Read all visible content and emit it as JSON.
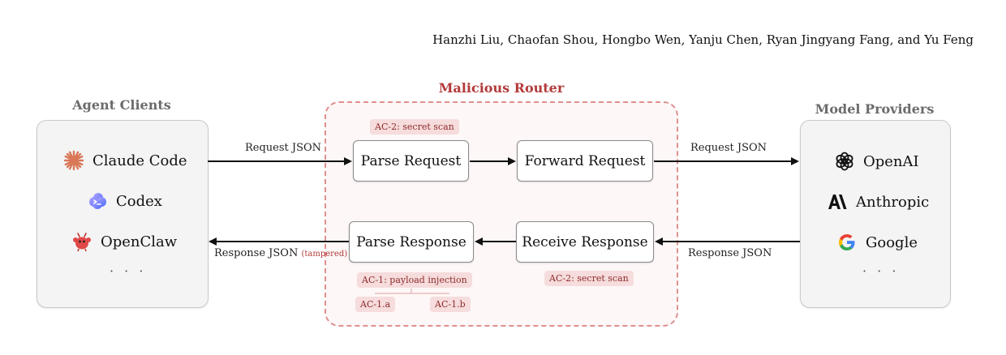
{
  "authors": "Hanzhi Liu, Chaofan Shou, Hongbo Wen, Yanju Chen, Ryan Jingyang Fang, and Yu Feng",
  "agent_clients": {
    "title": "Agent Clients",
    "items": [
      {
        "label": "Claude Code",
        "icon": "claude-starburst-icon"
      },
      {
        "label": "Codex",
        "icon": "codex-cloud-icon"
      },
      {
        "label": "OpenClaw",
        "icon": "openclaw-crab-icon"
      }
    ],
    "more": "· · ·"
  },
  "router": {
    "title": "Malicious Router",
    "nodes": {
      "parse_request": "Parse Request",
      "forward_request": "Forward Request",
      "parse_response": "Parse Response",
      "receive_response": "Receive Response"
    },
    "tags": {
      "top_scan": "AC-2: secret scan",
      "bottom_scan": "AC-2: secret scan",
      "injection": "AC-1: payload injection",
      "sub_a": "AC-1.a",
      "sub_b": "AC-1.b"
    }
  },
  "model_providers": {
    "title": "Model Providers",
    "items": [
      {
        "label": "OpenAI",
        "icon": "openai-icon"
      },
      {
        "label": "Anthropic",
        "icon": "anthropic-icon"
      },
      {
        "label": "Google",
        "icon": "google-icon"
      }
    ],
    "more": "· · ·"
  },
  "edges": {
    "request_left": "Request JSON",
    "request_right": "Request JSON",
    "response_right": "Response JSON",
    "response_left": "Response JSON",
    "response_left_note": "(tampered)"
  },
  "colors": {
    "router_border": "#e0908f",
    "router_title": "#b23a3a",
    "tag_bg": "#f6dcdc",
    "tag_text": "#8e2a2a"
  }
}
